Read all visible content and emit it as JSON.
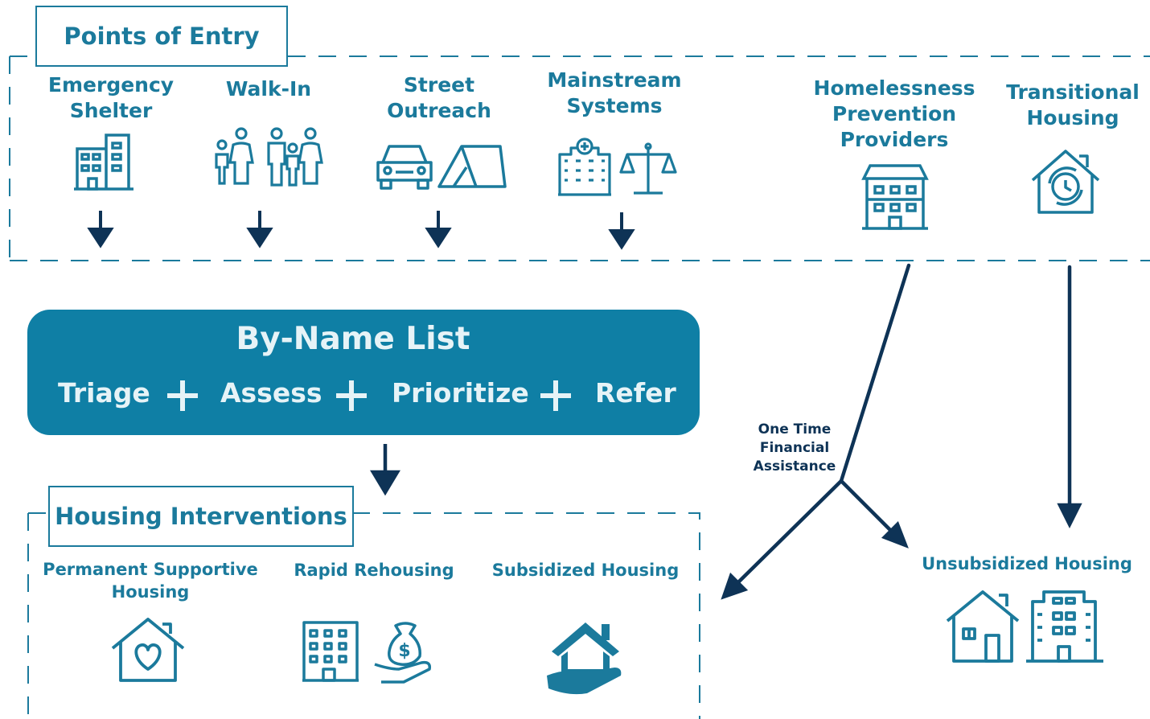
{
  "points_of_entry": {
    "title": "Points of Entry",
    "items": [
      {
        "label": "Emergency\nShelter",
        "icon": "apartment-building-icon"
      },
      {
        "label": "Walk-In",
        "icon": "family-icon"
      },
      {
        "label": "Street\nOutreach",
        "icon": "car-and-tent-icon"
      },
      {
        "label": "Mainstream\nSystems",
        "icon": "hospital-and-scales-icon"
      },
      {
        "label": "Homelessness\nPrevention\nProviders",
        "icon": "building-icon"
      },
      {
        "label": "Transitional\nHousing",
        "icon": "house-clock-icon"
      }
    ]
  },
  "by_name_list": {
    "title": "By-Name List",
    "steps": [
      "Triage",
      "Assess",
      "Prioritize",
      "Refer"
    ]
  },
  "one_time_financial_assistance": "One Time\nFinancial\nAssistance",
  "housing_interventions": {
    "title": "Housing Interventions",
    "items": [
      {
        "label": "Permanent Supportive\nHousing",
        "icon": "house-heart-icon"
      },
      {
        "label": "Rapid Rehousing",
        "icon": "building-and-money-hand-icon"
      },
      {
        "label": "Subsidized Housing",
        "icon": "hand-holding-house-icon"
      }
    ]
  },
  "unsubsidized_housing": {
    "label": "Unsubsidized Housing",
    "icon": "house-and-apartment-icon"
  },
  "colors": {
    "teal": "#1b7a9c",
    "navy": "#0e3356",
    "banner": "#0f7fa5"
  }
}
